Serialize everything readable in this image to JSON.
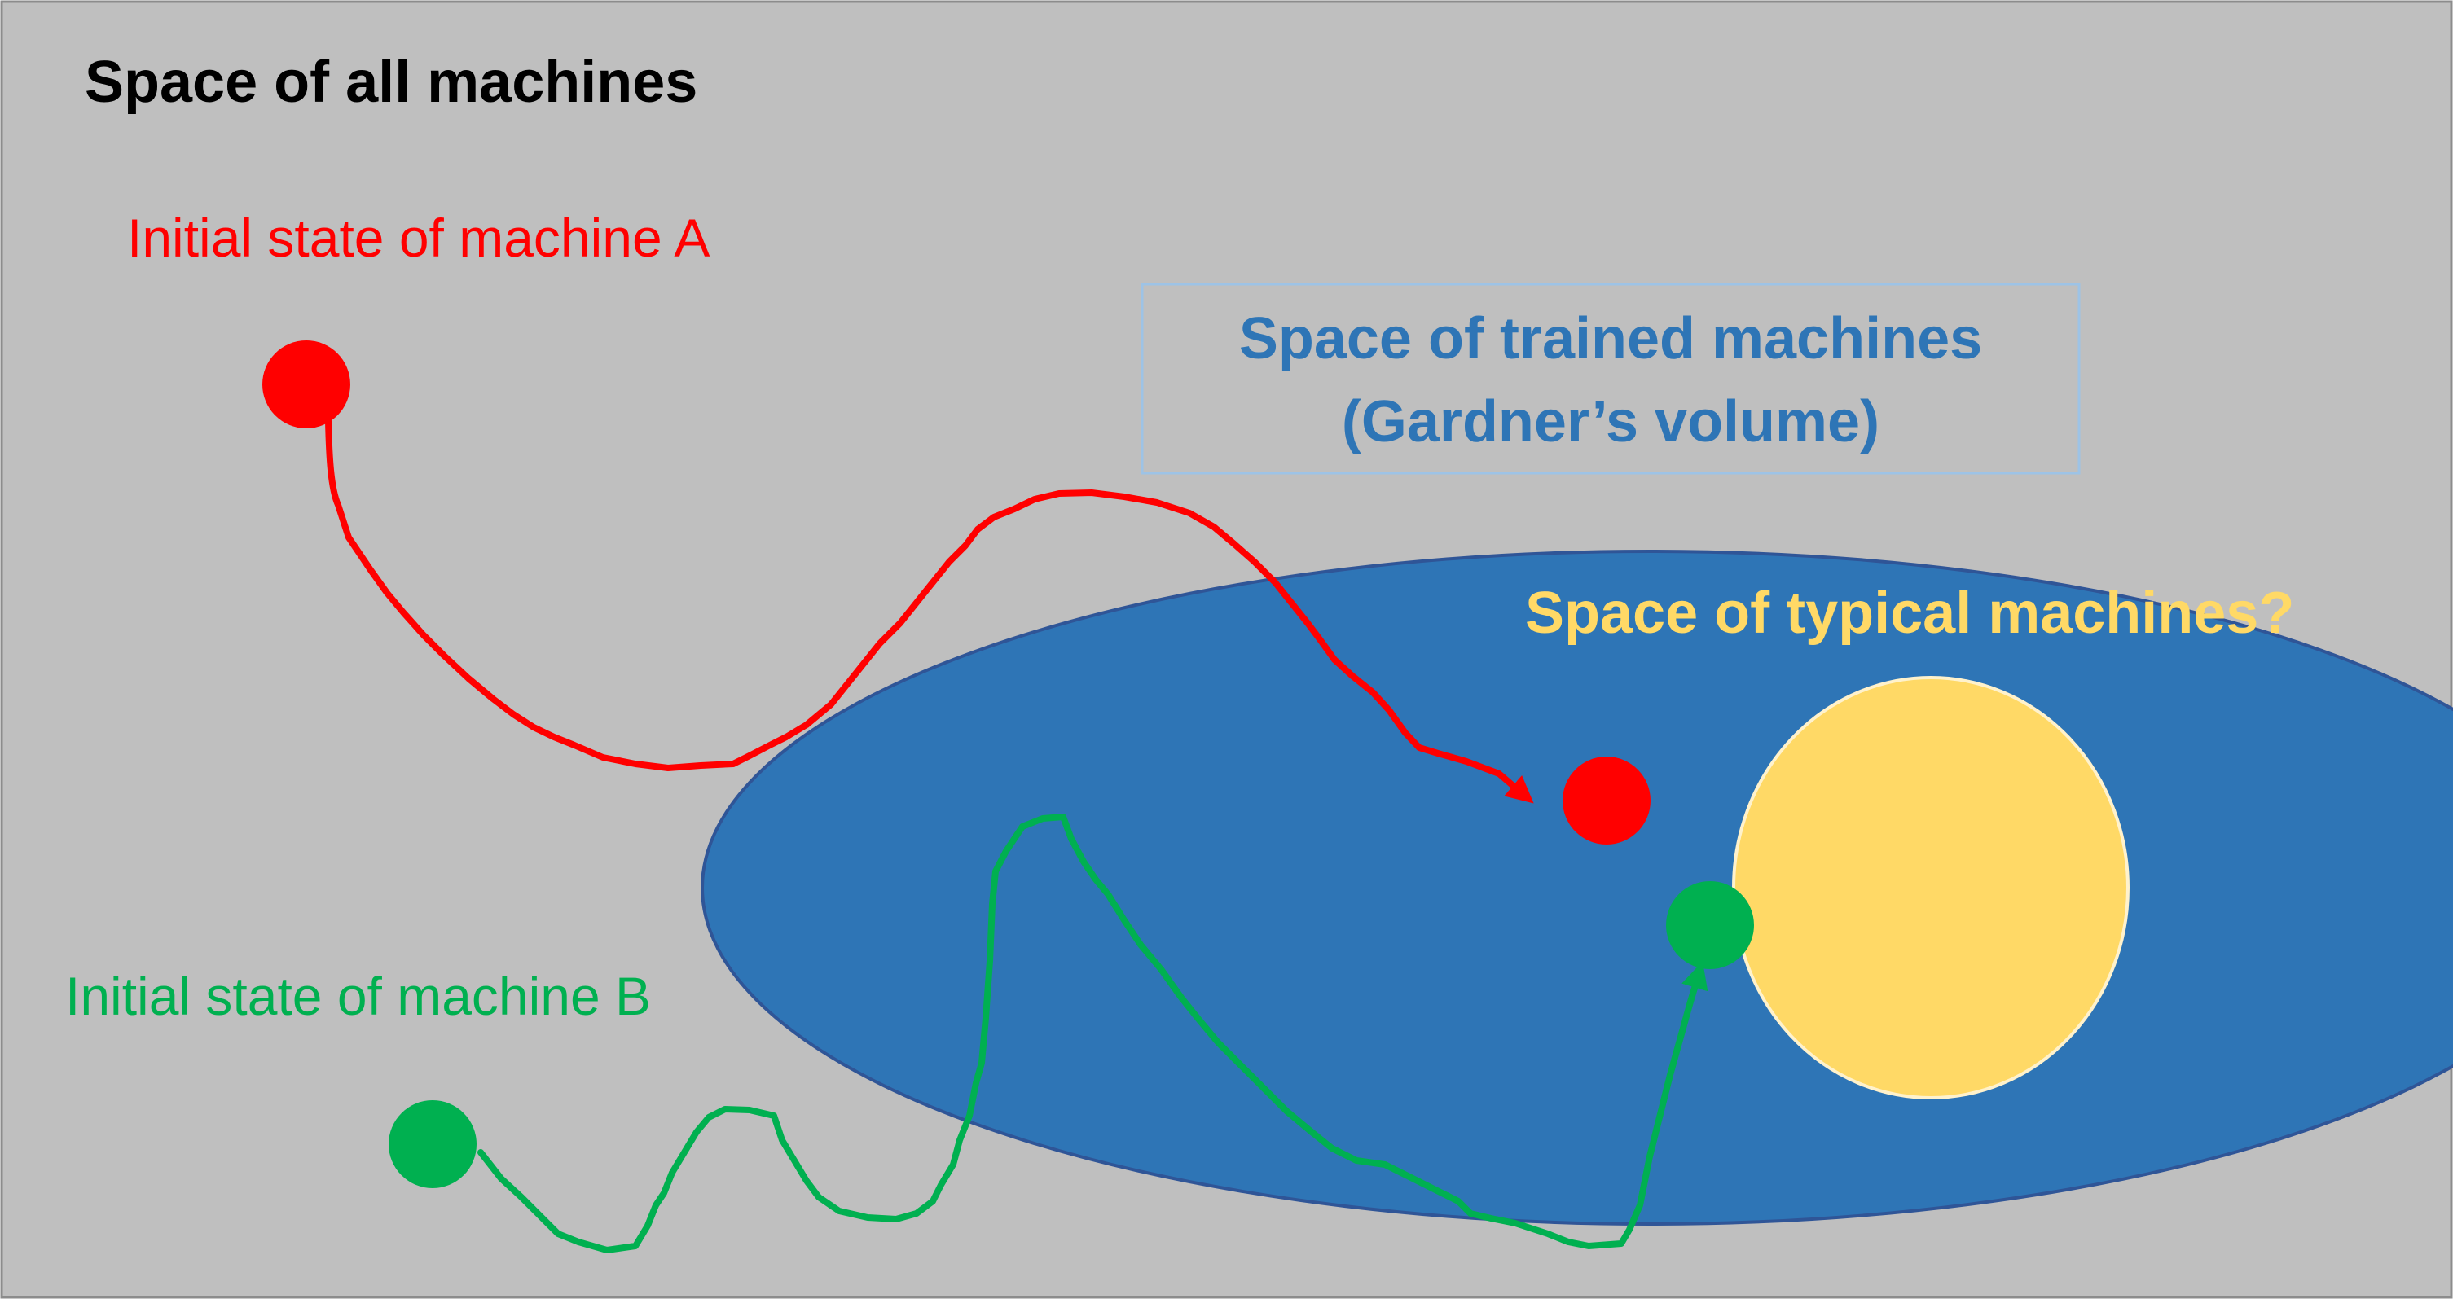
{
  "title": "Space of all machines",
  "labels": {
    "machine_a": "Initial state of machine A",
    "machine_b": "Initial state of machine B",
    "trained_line1": "Space of trained machines",
    "trained_line2": "(Gardner’s volume)",
    "typical": "Space of typical machines?"
  },
  "colors": {
    "background": "#bfbfbf",
    "frame": "#8c8c8c",
    "machine_a": "#ff0000",
    "machine_b": "#00b050",
    "trained_space": "#2e75b6",
    "trained_space_border": "#2f5597",
    "typical_space": "#ffd966",
    "typical_space_border": "#fff2cc",
    "trained_label_box": "#9dc3e6",
    "title_text": "#000000"
  }
}
